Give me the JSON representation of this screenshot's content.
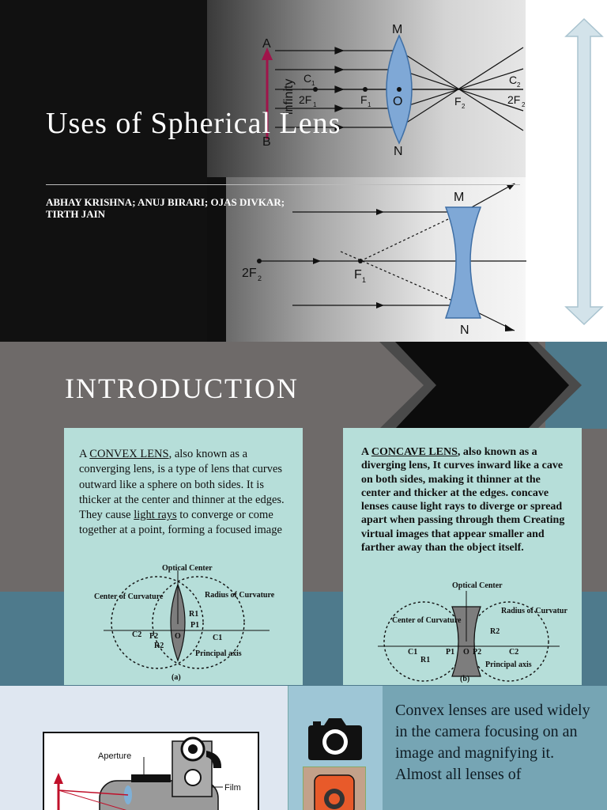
{
  "slide1": {
    "title": "Uses of Spherical Lens",
    "authors": "ABHAY KRISHNA; ANUJ BIRARI; OJAS DIVKAR; TIRTH JAIN",
    "convex_diagram_labels": {
      "A": "A",
      "B": "B",
      "M": "M",
      "N": "N",
      "infinity": "infinity",
      "C1": "C",
      "C1_sub": "1",
      "2F1": "2F",
      "2F1_sub": "1",
      "F1": "F",
      "F1_sub": "1",
      "O": "O",
      "F2": "F",
      "F2_sub": "2",
      "C2": "C",
      "C2_sub": "2",
      "2F2": "2F",
      "2F2_sub": "2"
    },
    "concave_diagram_labels": {
      "M": "M",
      "N": "N",
      "2F2": "2F",
      "2F2_sub": "2",
      "F1": "F",
      "F1_sub": "1"
    },
    "accent_color": "#a0144a",
    "arrow_color": "#d3e3ea"
  },
  "slide2": {
    "heading": "INTRODUCTION",
    "left_card": {
      "pre": "A ",
      "term": "CONVEX LENS",
      "mid": ", also known as a converging lens, is a type of lens that curves outward like a sphere on both sides. It is thicker at the center and thinner at the edges. They cause ",
      "link": "light rays",
      "post": " to converge or come together at a point, forming a focused image",
      "diagram": {
        "optical_center": "Optical Center",
        "radius": "Radius of Curvature",
        "center_curv": "Center of Curvature",
        "R1": "R1",
        "P1": "P1",
        "C1": "C1",
        "C2": "C2",
        "P2": "P2",
        "R2": "R2",
        "O": "O",
        "principal": "Principal axis",
        "caption": "(a)"
      }
    },
    "right_card": {
      "pre": "A ",
      "term": "CONCAVE LENS",
      "post": ", also known as a diverging lens, It curves inward like a cave on both sides, making it thinner at the center and thicker at the edges. concave lenses cause light rays to diverge or spread apart when passing through them Creating virtual images that appear smaller and farther away than the object itself.",
      "diagram": {
        "optical_center": "Optical Center",
        "radius": "Radius of Curvature",
        "center_curv": "Center of Curvature",
        "C1": "C1",
        "R1": "R1",
        "P1": "P1",
        "O": "O",
        "P2": "P2",
        "R2": "R2",
        "C2": "C2",
        "principal": "Principal axis",
        "caption": "(b)"
      }
    },
    "card_color": "#b6ded9"
  },
  "slide3": {
    "camera_labels": {
      "aperture": "Aperture",
      "film": "Film"
    },
    "camera_icon": "camera-icon",
    "description": "Convex lenses are used widely in the camera focusing on an image and magnifying it. Almost all lenses of"
  }
}
